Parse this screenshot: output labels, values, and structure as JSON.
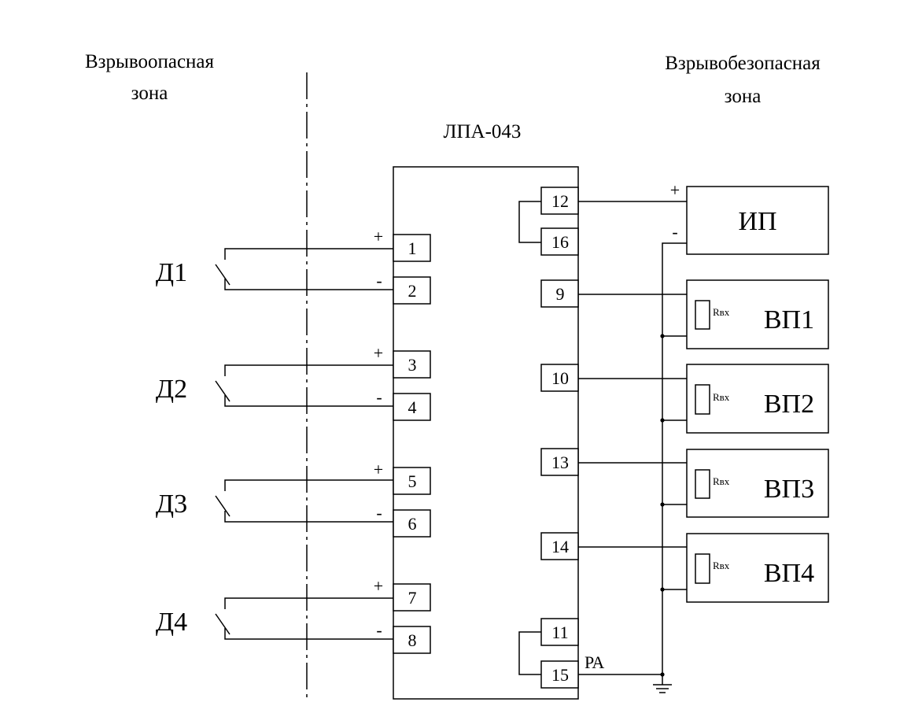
{
  "zones": {
    "hazardous": [
      "Взрывоопасная",
      "зона"
    ],
    "safe": [
      "Взрывобезопасная",
      "зона"
    ]
  },
  "device": {
    "title": "ЛПА-043"
  },
  "sensors": [
    "Д1",
    "Д2",
    "Д3",
    "Д4"
  ],
  "left_terminals": [
    "1",
    "2",
    "3",
    "4",
    "5",
    "6",
    "7",
    "8"
  ],
  "right_terminals": [
    "12",
    "16",
    "9",
    "10",
    "13",
    "14",
    "11",
    "15"
  ],
  "power_supply": {
    "label": "ИП",
    "plus": "+",
    "minus": "-"
  },
  "converters": [
    "ВП1",
    "ВП2",
    "ВП3",
    "ВП4"
  ],
  "input_resistor": "Rвх",
  "signs": {
    "plus": "+",
    "minus": "-"
  },
  "relay_output": "РА"
}
